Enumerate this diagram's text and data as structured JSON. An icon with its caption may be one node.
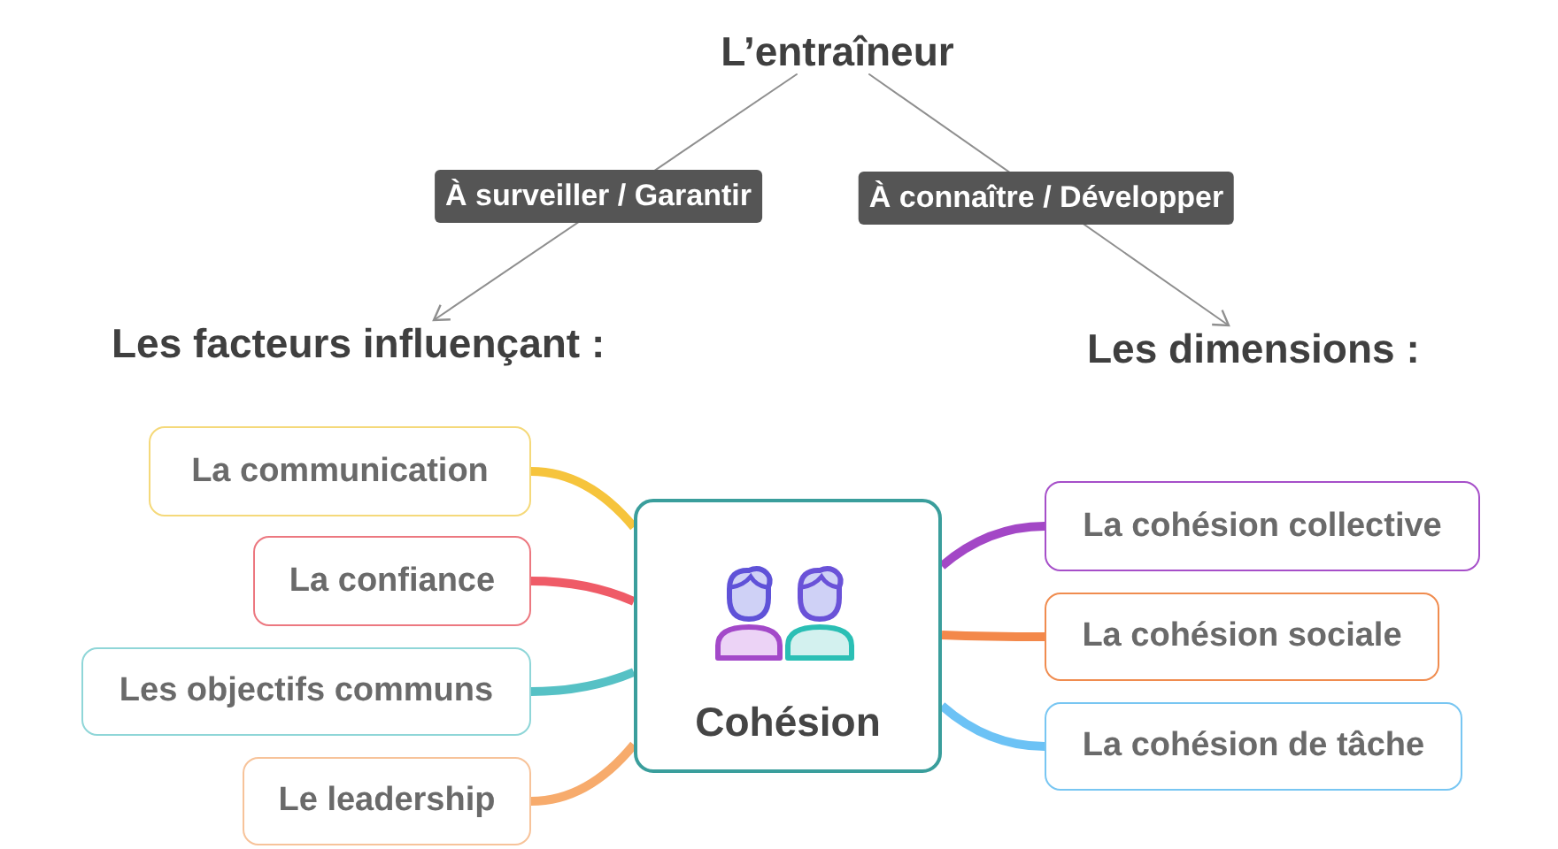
{
  "diagram": {
    "nodes": [
      {
        "text": [
          "L’entraîneur"
        ]
      },
      {
        "text": [
          "Les facteurs influençant :"
        ]
      },
      {
        "text": [
          "Les dimensions :"
        ]
      },
      {
        "text": [
          "La communication"
        ]
      },
      {
        "text": [
          "La confiance"
        ]
      },
      {
        "text": [
          "Les objectifs communs"
        ]
      },
      {
        "text": [
          "Le leadership"
        ]
      },
      {
        "text": [
          "Cohésion"
        ]
      },
      {
        "text": [
          "La cohésion collective"
        ]
      },
      {
        "text": [
          "La cohésion sociale"
        ]
      },
      {
        "text": [
          "La cohésion de tâche"
        ]
      }
    ],
    "edges": [
      {
        "from": 0,
        "to": 1,
        "arrow": "to",
        "label": "À surveiller / Garantir"
      },
      {
        "from": 0,
        "to": 2,
        "arrow": "to",
        "label": "À connaître / Développer"
      },
      {
        "from": 3,
        "to": 7,
        "arrow": "none",
        "color": "#f6c43c"
      },
      {
        "from": 4,
        "to": 7,
        "arrow": "none",
        "color": "#ef5b67"
      },
      {
        "from": 5,
        "to": 7,
        "arrow": "none",
        "color": "#56c1c5"
      },
      {
        "from": 6,
        "to": 7,
        "arrow": "none",
        "color": "#f7ab6c"
      },
      {
        "from": 7,
        "to": 8,
        "arrow": "none",
        "color": "#a347c6"
      },
      {
        "from": 7,
        "to": 9,
        "arrow": "none",
        "color": "#f3884a"
      },
      {
        "from": 7,
        "to": 10,
        "arrow": "none",
        "color": "#6cc2f5"
      }
    ]
  }
}
